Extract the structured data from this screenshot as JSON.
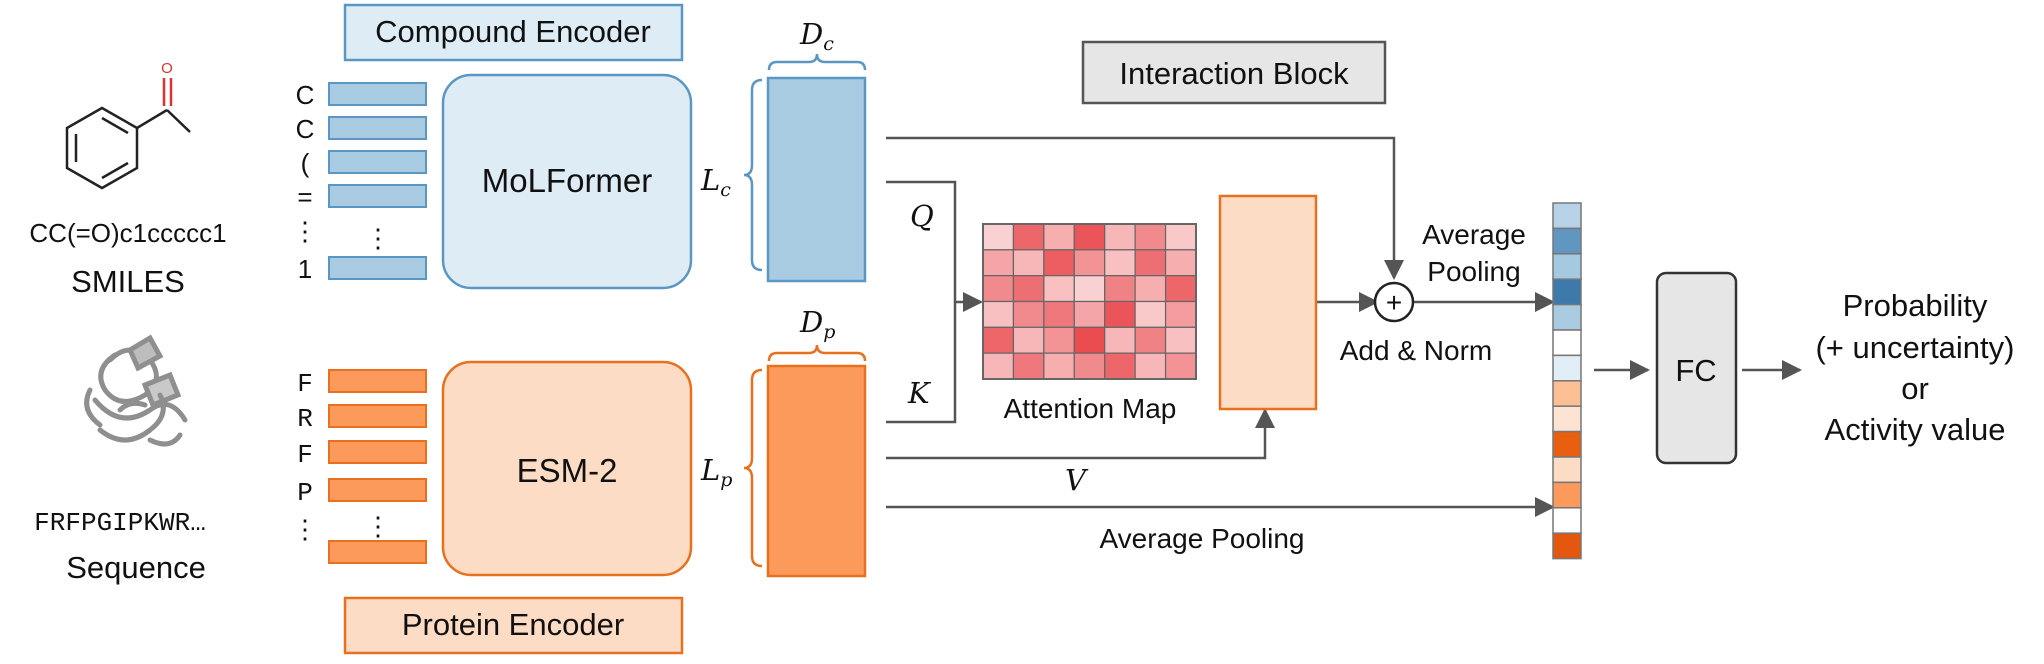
{
  "compound": {
    "smiles_string": "CC(=O)c1ccccc1",
    "smiles_label": "SMILES",
    "tokens": [
      "C",
      "C",
      "(",
      "=",
      "⋮",
      "1"
    ],
    "token_ellipsis": "⋮",
    "encoder_title": "Compound Encoder",
    "model": "MoLFormer",
    "embed_width_label": "D",
    "embed_width_sub": "c",
    "embed_length_label": "L",
    "embed_length_sub": "c",
    "oxygen_atom": "O"
  },
  "protein": {
    "sequence": "FRFPGIPKWR…",
    "sequence_label": "Sequence",
    "tokens": [
      "F",
      "R",
      "F",
      "P",
      "⋮"
    ],
    "token_ellipsis": "⋮",
    "encoder_title": "Protein Encoder",
    "model": "ESM-2",
    "embed_width_label": "D",
    "embed_width_sub": "p",
    "embed_length_label": "L",
    "embed_length_sub": "p"
  },
  "interaction": {
    "title": "Interaction Block",
    "q_label": "Q",
    "k_label": "K",
    "v_label": "V",
    "attention_label": "Attention Map",
    "add_norm_label": "Add & Norm",
    "avg_pooling_top_line1": "Average",
    "avg_pooling_top_line2": "Pooling",
    "avg_pooling_bottom": "Average Pooling",
    "plus_symbol": "+"
  },
  "attention_map": {
    "rows": 6,
    "cols": 7,
    "intensity": [
      [
        0.15,
        0.75,
        0.35,
        0.85,
        0.3,
        0.55,
        0.2
      ],
      [
        0.4,
        0.3,
        0.8,
        0.5,
        0.25,
        0.7,
        0.35
      ],
      [
        0.55,
        0.7,
        0.25,
        0.15,
        0.6,
        0.35,
        0.75
      ],
      [
        0.25,
        0.55,
        0.65,
        0.4,
        0.85,
        0.2,
        0.45
      ],
      [
        0.75,
        0.3,
        0.5,
        0.9,
        0.3,
        0.6,
        0.25
      ],
      [
        0.3,
        0.65,
        0.35,
        0.55,
        0.75,
        0.3,
        0.5
      ]
    ],
    "low_color": "#fdecec",
    "high_color": "#e83a3f"
  },
  "output_vector": {
    "colors": [
      "#b7d2e6",
      "#5f97c1",
      "#a6c9e2",
      "#3d7aab",
      "#a9cbe2",
      "#ffffff",
      "#e2eef7",
      "#fcbf94",
      "#fde3d1",
      "#e8600f",
      "#fddcc6",
      "#fc9a5c",
      "#ffffff",
      "#e4570e"
    ]
  },
  "head": {
    "fc_label": "FC",
    "output_line1": "Probability",
    "output_line2": "(+ uncertainty)",
    "output_line3": "or",
    "output_line4": "Activity value"
  },
  "colors": {
    "compound_fill": "#a9cbe2",
    "compound_stroke": "#5a97c3",
    "compound_light": "#deecf6",
    "protein_fill": "#fc9a5c",
    "protein_stroke": "#e9701e",
    "protein_light": "#fddcc6",
    "gray_box": "#e6e6e6",
    "arrow": "#555555"
  }
}
